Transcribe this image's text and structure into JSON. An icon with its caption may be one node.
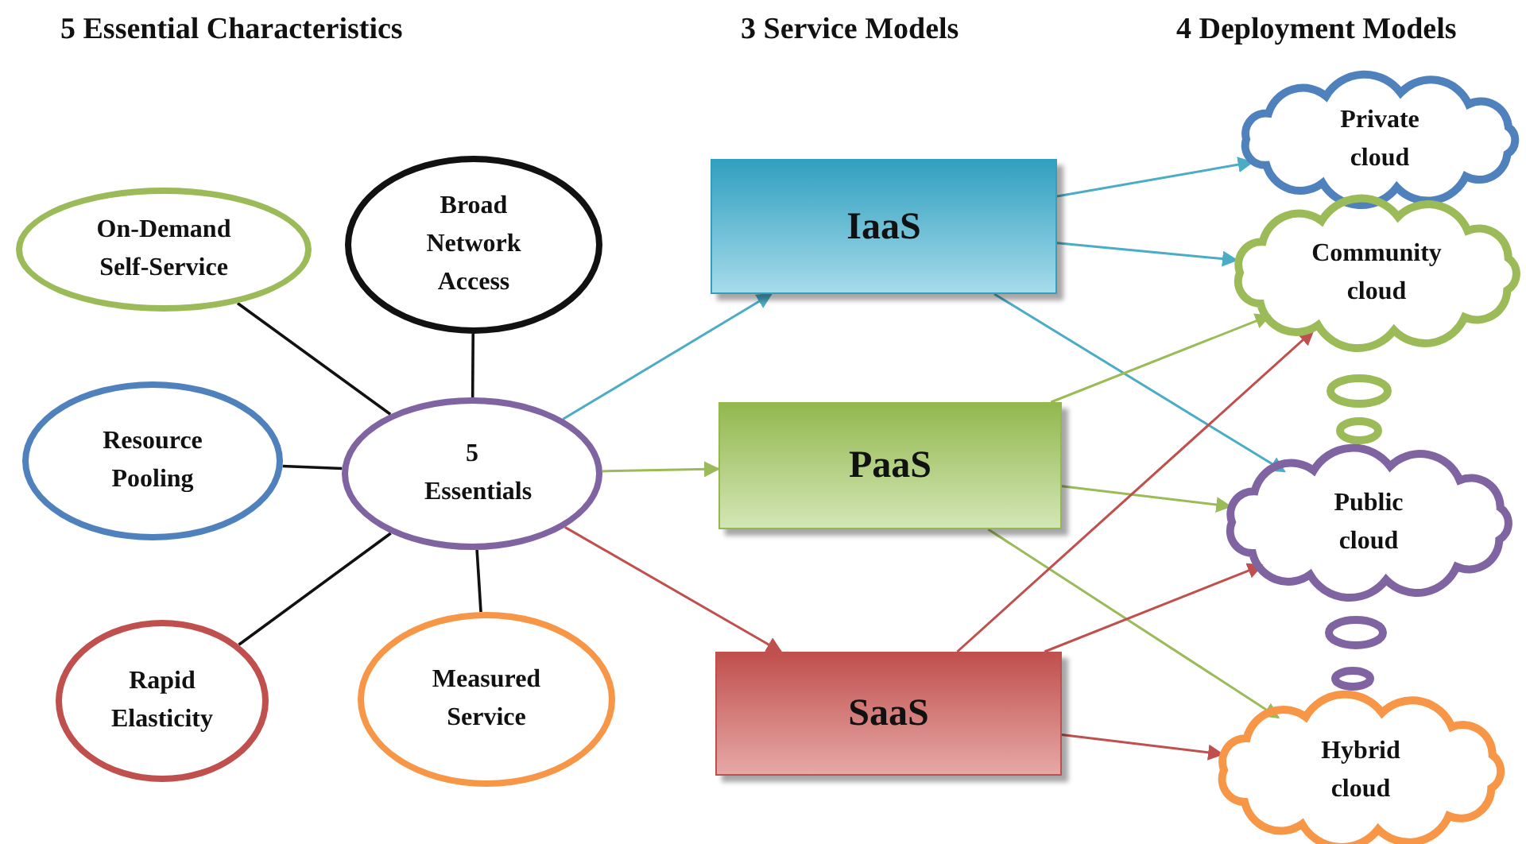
{
  "diagram": {
    "nodes": [
      {
        "text": [
          "On-Demand Self-Service"
        ]
      },
      {
        "text": [
          "Broad Network Access"
        ]
      },
      {
        "text": [
          "Resource Pooling"
        ]
      },
      {
        "text": [
          "5 Essentials"
        ]
      },
      {
        "text": [
          "Rapid Elasticity"
        ]
      },
      {
        "text": [
          "Measured Service"
        ]
      },
      {
        "text": [
          "IaaS"
        ]
      },
      {
        "text": [
          "PaaS"
        ]
      },
      {
        "text": [
          "SaaS"
        ]
      },
      {
        "text": [
          "Private cloud"
        ]
      },
      {
        "text": [
          "Community cloud"
        ]
      },
      {
        "text": [
          "Public cloud"
        ]
      },
      {
        "text": [
          "Hybrid cloud"
        ]
      }
    ],
    "edges": [
      {
        "from": 0,
        "to": 3,
        "arrow": "none"
      },
      {
        "from": 1,
        "to": 3,
        "arrow": "none"
      },
      {
        "from": 2,
        "to": 3,
        "arrow": "none"
      },
      {
        "from": 4,
        "to": 3,
        "arrow": "none"
      },
      {
        "from": 5,
        "to": 3,
        "arrow": "none"
      },
      {
        "from": 3,
        "to": 6,
        "arrow": "to",
        "color": "#4bacc6"
      },
      {
        "from": 3,
        "to": 7,
        "arrow": "to",
        "color": "#9bbb59"
      },
      {
        "from": 3,
        "to": 8,
        "arrow": "to",
        "color": "#c0504d"
      },
      {
        "from": 6,
        "to": 9,
        "arrow": "to",
        "color": "#4bacc6"
      },
      {
        "from": 6,
        "to": 10,
        "arrow": "to",
        "color": "#4bacc6"
      },
      {
        "from": 6,
        "to": 11,
        "arrow": "to",
        "color": "#4bacc6"
      },
      {
        "from": 7,
        "to": 10,
        "arrow": "to",
        "color": "#9bbb59"
      },
      {
        "from": 7,
        "to": 11,
        "arrow": "to",
        "color": "#9bbb59"
      },
      {
        "from": 7,
        "to": 12,
        "arrow": "to",
        "color": "#9bbb59"
      },
      {
        "from": 8,
        "to": 10,
        "arrow": "to",
        "color": "#c0504d"
      },
      {
        "from": 8,
        "to": 11,
        "arrow": "to",
        "color": "#c0504d"
      },
      {
        "from": 8,
        "to": 12,
        "arrow": "to",
        "color": "#c0504d"
      }
    ],
    "labels": [
      "5 Essential Characteristics",
      "3 Service Models",
      "4 Deployment Models"
    ]
  }
}
